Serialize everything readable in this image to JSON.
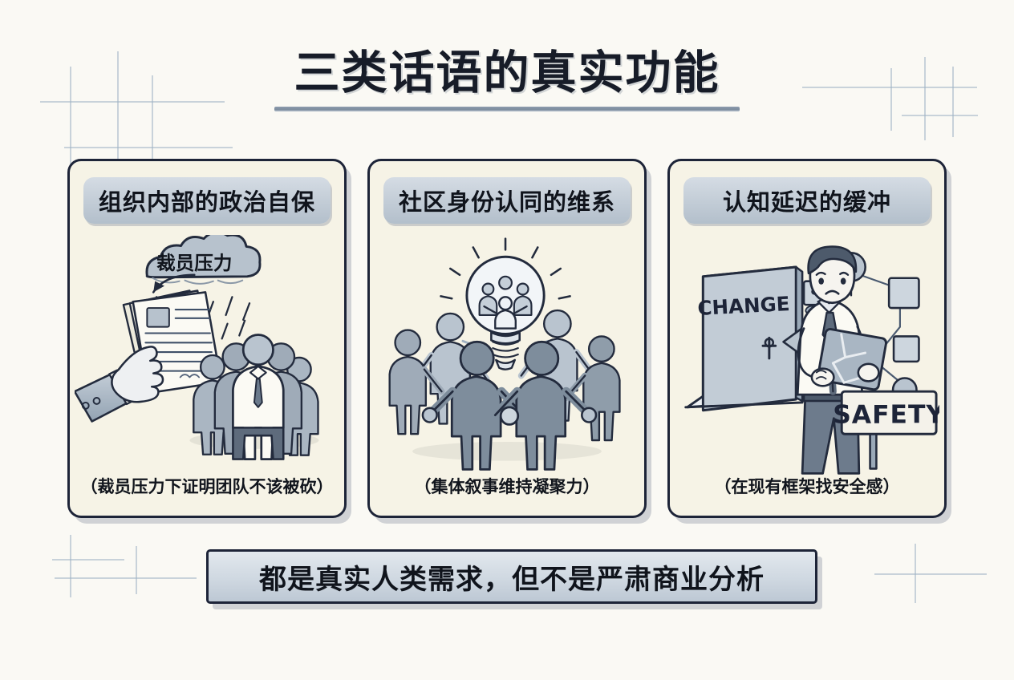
{
  "page": {
    "title": "三类话语的真实功能",
    "background_color": "#faf9f4",
    "ink_color": "#1d2438",
    "card_fill": "#f6f3e6",
    "pill_color": "#c2ccd6",
    "accent_color": "#7b8b9d"
  },
  "cards": [
    {
      "header": "组织内部的政治自保",
      "caption": "（裁员压力下证明团队不该被砍）",
      "illustration": {
        "name": "hand-holding-documents-rain-cloud-crowd",
        "labels": [
          "裁员压力"
        ],
        "elements": [
          "hand-icon",
          "documents-icon",
          "cloud-icon",
          "rain-icon",
          "crowd-icon",
          "arrow-icon"
        ]
      }
    },
    {
      "header": "社区身份认同的维系",
      "caption": "（集体叙事维持凝聚力）",
      "illustration": {
        "name": "people-circle-holding-hands-lightbulb",
        "labels": [],
        "elements": [
          "lightbulb-icon",
          "people-group-icon",
          "shine-rays-icon"
        ]
      }
    },
    {
      "header": "认知延迟的缓冲",
      "caption": "（在现有框架找安全感）",
      "illustration": {
        "name": "change-door-worried-man-safety-sign",
        "labels": [
          "CHANGE",
          "SAFETY"
        ],
        "elements": [
          "door-icon",
          "person-icon",
          "tablet-icon",
          "sign-icon",
          "network-diagram-icon",
          "arrow-icon"
        ]
      }
    }
  ],
  "banner": {
    "text": "都是真实人类需求，但不是严肃商业分析"
  }
}
